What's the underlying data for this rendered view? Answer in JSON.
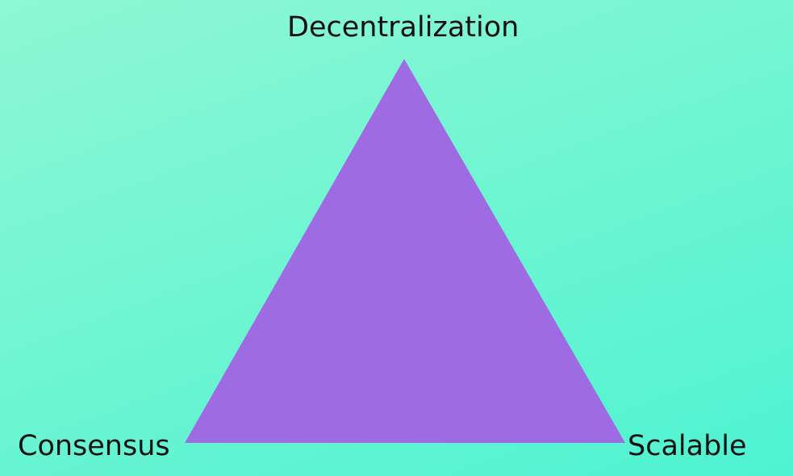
{
  "diagram": {
    "vertices": {
      "top": "Decentralization",
      "bottom_left": "Consensus",
      "bottom_right": "Scalable"
    },
    "colors": {
      "triangle_fill": "#9e6be3",
      "background_start": "#8ff7d3",
      "background_end": "#4ef3d2",
      "text": "#111111"
    }
  }
}
